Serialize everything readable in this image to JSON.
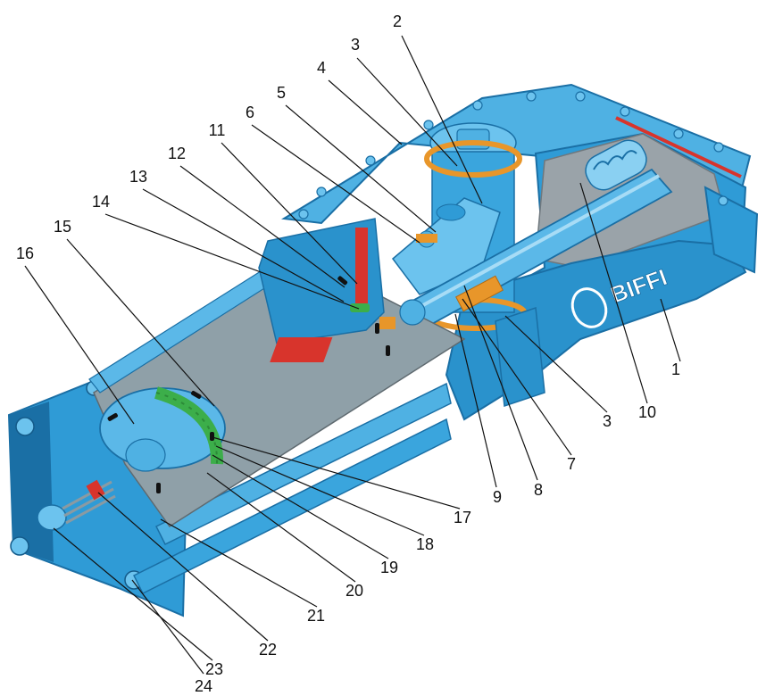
{
  "brand": {
    "logo_text": "BIFFI"
  },
  "colors": {
    "body_blue": "#2f9bd6",
    "body_light": "#6cc3ee",
    "body_dark": "#1a6fa5",
    "body_shadow": "#145b8a",
    "interior_grey": "#9aa3a9",
    "interior_dark": "#6f787e",
    "seal_green": "#3cae4a",
    "bearing_orange": "#e8962a",
    "gasket_red": "#d8342c",
    "background": "#ffffff"
  },
  "callouts": [
    {
      "id": "c1",
      "label": "1"
    },
    {
      "id": "c2",
      "label": "2"
    },
    {
      "id": "c3a",
      "label": "3"
    },
    {
      "id": "c3b",
      "label": "3"
    },
    {
      "id": "c4",
      "label": "4"
    },
    {
      "id": "c5",
      "label": "5"
    },
    {
      "id": "c6",
      "label": "6"
    },
    {
      "id": "c7",
      "label": "7"
    },
    {
      "id": "c8",
      "label": "8"
    },
    {
      "id": "c9",
      "label": "9"
    },
    {
      "id": "c10",
      "label": "10"
    },
    {
      "id": "c11",
      "label": "11"
    },
    {
      "id": "c12",
      "label": "12"
    },
    {
      "id": "c13",
      "label": "13"
    },
    {
      "id": "c14",
      "label": "14"
    },
    {
      "id": "c15",
      "label": "15"
    },
    {
      "id": "c16",
      "label": "16"
    },
    {
      "id": "c17",
      "label": "17"
    },
    {
      "id": "c18",
      "label": "18"
    },
    {
      "id": "c19",
      "label": "19"
    },
    {
      "id": "c20",
      "label": "20"
    },
    {
      "id": "c21",
      "label": "21"
    },
    {
      "id": "c22",
      "label": "22"
    },
    {
      "id": "c23",
      "label": "23"
    },
    {
      "id": "c24",
      "label": "24"
    }
  ]
}
